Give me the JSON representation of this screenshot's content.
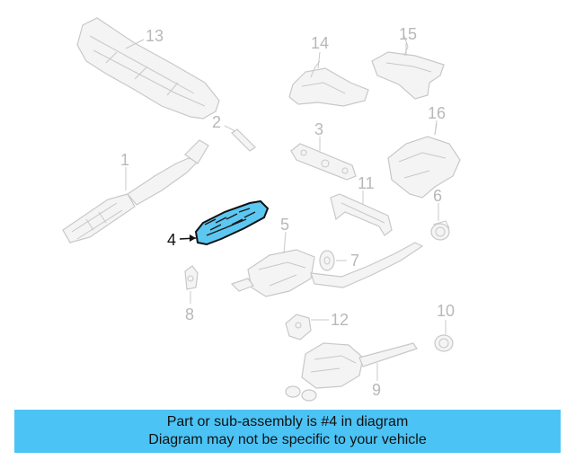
{
  "highlight_color": "#5cc8f2",
  "banner_color": "#4cc3f5",
  "callouts": {
    "c1": "1",
    "c2": "2",
    "c3": "3",
    "c4": "4",
    "c5": "5",
    "c6": "6",
    "c7": "7",
    "c8": "8",
    "c9": "9",
    "c10": "10",
    "c11": "11",
    "c12": "12",
    "c13": "13",
    "c14": "14",
    "c15": "15",
    "c16": "16"
  },
  "highlighted_part": "4",
  "banner": {
    "line1": "Part or sub-assembly is #4 in diagram",
    "line2": "Diagram may not be specific to your vehicle"
  }
}
